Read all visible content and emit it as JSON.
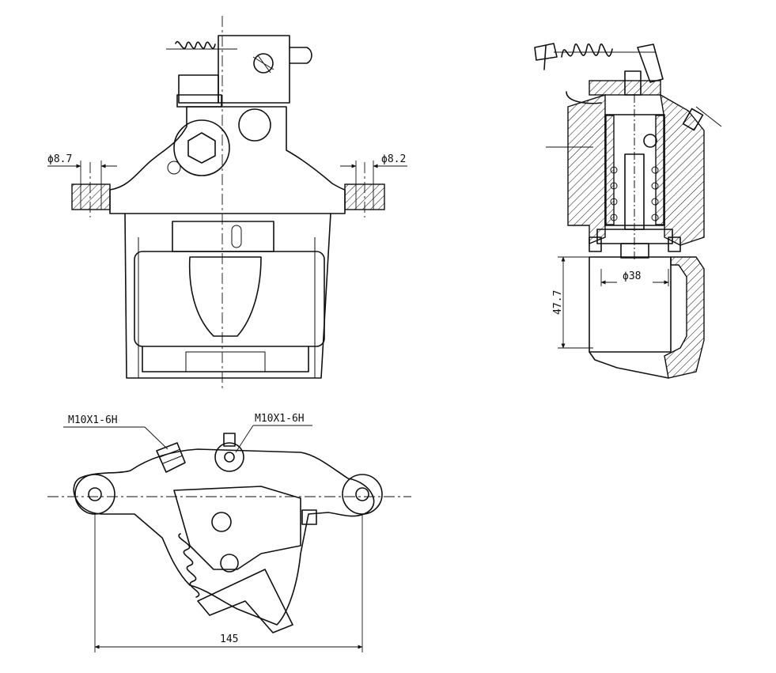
{
  "views": {
    "front": {
      "left_hole_dim": "ϕ8.7",
      "right_hole_dim": "ϕ8.2"
    },
    "section": {
      "bore_dim": "ϕ38",
      "height_dim": "47.7"
    },
    "top": {
      "thread_left": "M10X1-6H",
      "thread_right": "M10X1-6H",
      "width_dim": "145"
    }
  }
}
